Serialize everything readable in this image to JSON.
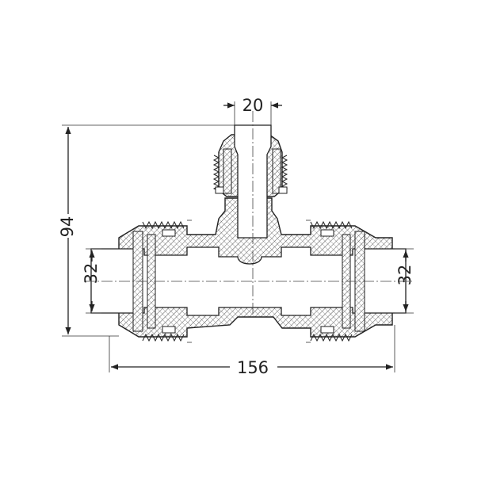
{
  "drawing": {
    "dimensions": {
      "branch_diameter": "20",
      "overall_height": "94",
      "left_diameter": "32",
      "right_diameter": "32",
      "overall_length": "156"
    },
    "colors": {
      "line": "#222222",
      "hatch": "#555555",
      "background": "#ffffff"
    }
  }
}
